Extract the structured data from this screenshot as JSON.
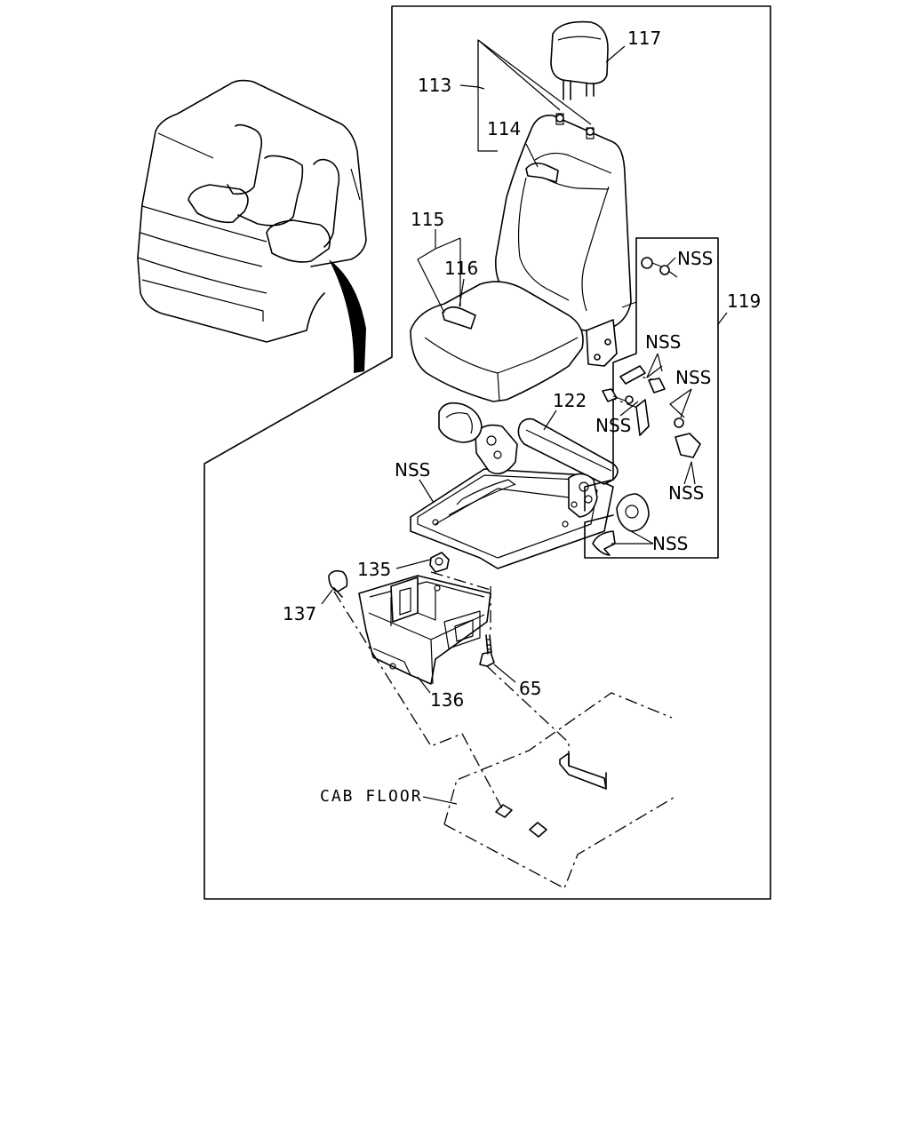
{
  "callouts": {
    "c117": "117",
    "c113": "113",
    "c114": "114",
    "c115": "115",
    "c116": "116",
    "c119": "119",
    "c122": "122",
    "c135": "135",
    "c137": "137",
    "c136": "136",
    "c65": "65",
    "nss_rail": "NSS",
    "nss_1": "NSS",
    "nss_2": "NSS",
    "nss_3": "NSS",
    "nss_4": "NSS",
    "nss_5": "NSS",
    "nss_6": "NSS"
  },
  "floor_label": "CAB FLOOR"
}
